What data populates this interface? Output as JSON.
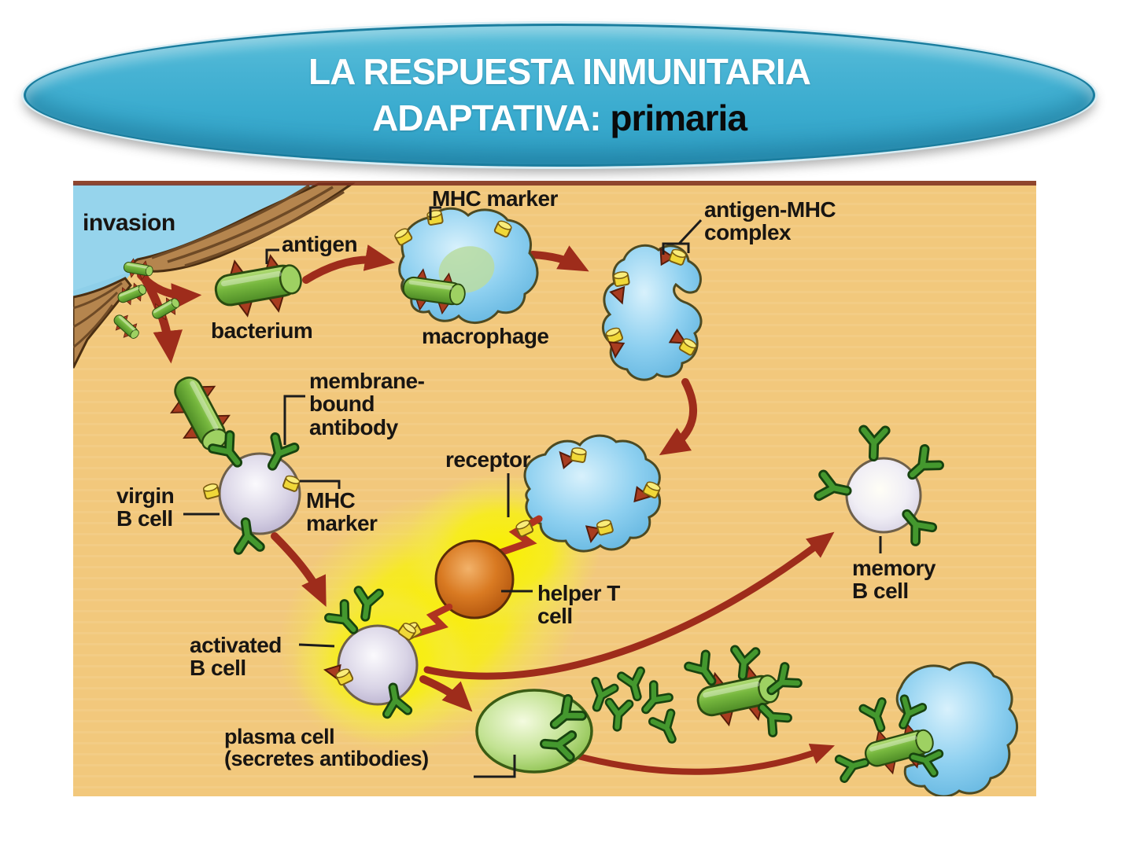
{
  "title": {
    "line1": "LA RESPUESTA INMUNITARIA",
    "line2_white": "ADAPTATIVA: ",
    "line2_black": "primaria"
  },
  "palette": {
    "title_teal": "#3baccf",
    "background_tan": "#f2c87c",
    "sky_blue": "#8ecfe9",
    "barrier_brown": "#b5854e",
    "macrophage_blue": "#8ed0f0",
    "b_cell_lavender": "#d9d4e6",
    "helper_t_orange": "#d97a22",
    "plasma_green": "#c2e292",
    "antibody_green": "#44982e",
    "mhc_yellow": "#f0d838",
    "antigen_red": "#a83c20",
    "arrow_red": "#9e2c1b",
    "glow_yellow": "#f7ee18"
  },
  "diagram": {
    "labels": {
      "invasion": "invasion",
      "antigen": "antigen",
      "bacterium": "bacterium",
      "mhc_marker": "MHC marker",
      "macrophage": "macrophage",
      "antigen_mhc_complex": "antigen-MHC\ncomplex",
      "membrane_bound_antibody": "membrane-\nbound\nantibody",
      "receptor": "receptor",
      "virgin_b_cell": "virgin\nB cell",
      "mhc_marker_2": "MHC\nmarker",
      "helper_t_cell": "helper T\ncell",
      "activated_b_cell": "activated\nB cell",
      "memory_b_cell": "memory\nB cell",
      "plasma_cell": "plasma cell\n(secretes antibodies)"
    }
  }
}
